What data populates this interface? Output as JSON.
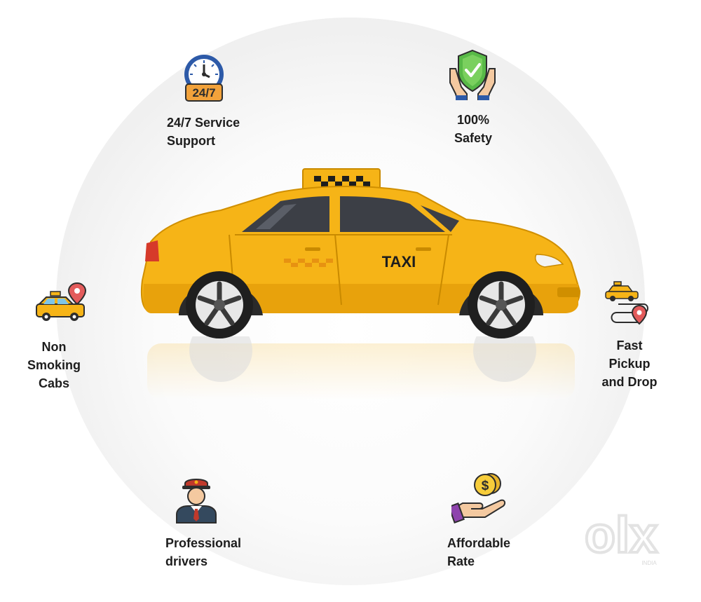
{
  "features": [
    {
      "id": "support",
      "icon": "clock-24-7-icon",
      "badge": "24/7",
      "lines": [
        "24/7 Service",
        "Support"
      ]
    },
    {
      "id": "safety",
      "icon": "shield-hands-icon",
      "lines": [
        "100%",
        "Safety"
      ]
    },
    {
      "id": "nonsmoking",
      "icon": "taxi-location-icon",
      "lines": [
        "Non",
        "Smoking",
        "Cabs"
      ]
    },
    {
      "id": "pickup",
      "icon": "taxi-route-icon",
      "lines": [
        "Fast",
        "Pickup",
        "and Drop"
      ]
    },
    {
      "id": "drivers",
      "icon": "driver-icon",
      "lines": [
        "Professional",
        "drivers"
      ]
    },
    {
      "id": "rate",
      "icon": "coin-hand-icon",
      "coin": "$",
      "lines": [
        "Affordable",
        "Rate"
      ]
    }
  ],
  "car": {
    "door_label": "TAXI",
    "body_color": "#f6b417",
    "roof_sign": "checker-roof-sign"
  },
  "watermark": {
    "brand": "olx",
    "sub": "INDIA"
  }
}
